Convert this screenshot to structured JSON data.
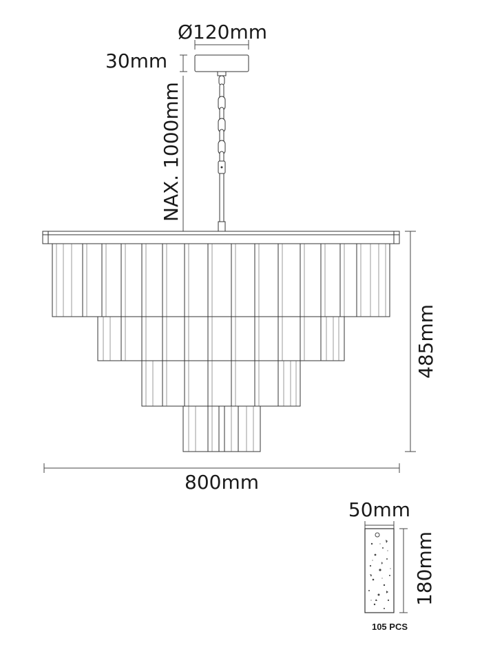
{
  "dimensions": {
    "canopy_diameter": "Ø120mm",
    "canopy_height": "30mm",
    "max_drop": "NAX. 1000mm",
    "body_height": "485mm",
    "body_width": "800mm"
  },
  "crystal_piece": {
    "width": "50mm",
    "height": "180mm",
    "count": "105 PCS"
  },
  "colors": {
    "line": "#333333",
    "background": "#ffffff"
  }
}
